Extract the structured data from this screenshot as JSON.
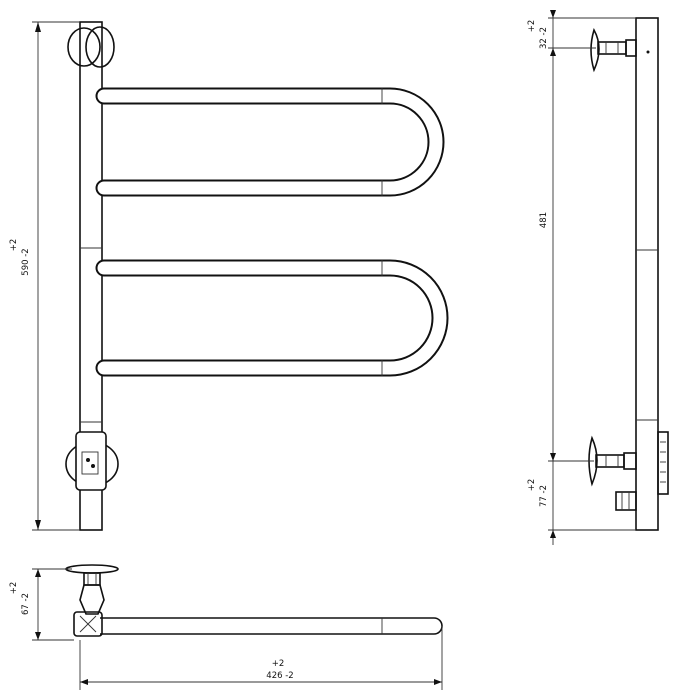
{
  "front_view": {
    "height_tolerance": "+2",
    "height_value": "590 -2"
  },
  "side_view": {
    "top_tolerance": "+2",
    "top_value": "32 -2",
    "spacing_value": "481",
    "bottom_tolerance": "+2",
    "bottom_value": "77 -2"
  },
  "bottom_view": {
    "depth_tolerance": "+2",
    "depth_value": "67 -2",
    "width_tolerance": "+2",
    "width_value": "426 -2"
  }
}
